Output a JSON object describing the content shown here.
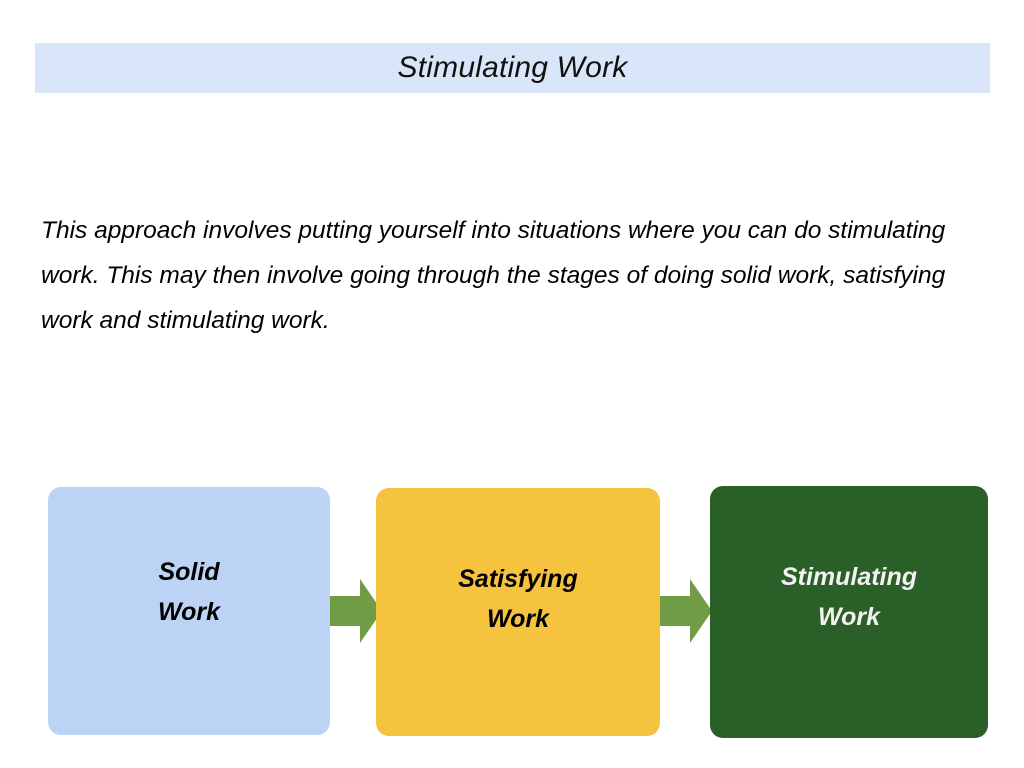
{
  "slide": {
    "title": "Stimulating Work",
    "body": "This approach involves putting yourself into situations where you can do stimulating work. This may then involve going through the stages of doing solid work, satisfying work and stimulating work.",
    "banner_color": "#d9e6fa",
    "background_color": "#ffffff"
  },
  "flow": {
    "arrow_color": "#6f9c44",
    "arrow_icon": "right-arrow-icon",
    "stages": [
      {
        "line1": "Solid",
        "line2": "Work",
        "fill": "#bdd3f5",
        "text_color": "#000000"
      },
      {
        "line1": "Satisfying",
        "line2": "Work",
        "fill": "#f5c33e",
        "text_color": "#000000"
      },
      {
        "line1": "Stimulating",
        "line2": "Work",
        "fill": "#2a6028",
        "text_color": "#f2f2f2"
      }
    ]
  }
}
